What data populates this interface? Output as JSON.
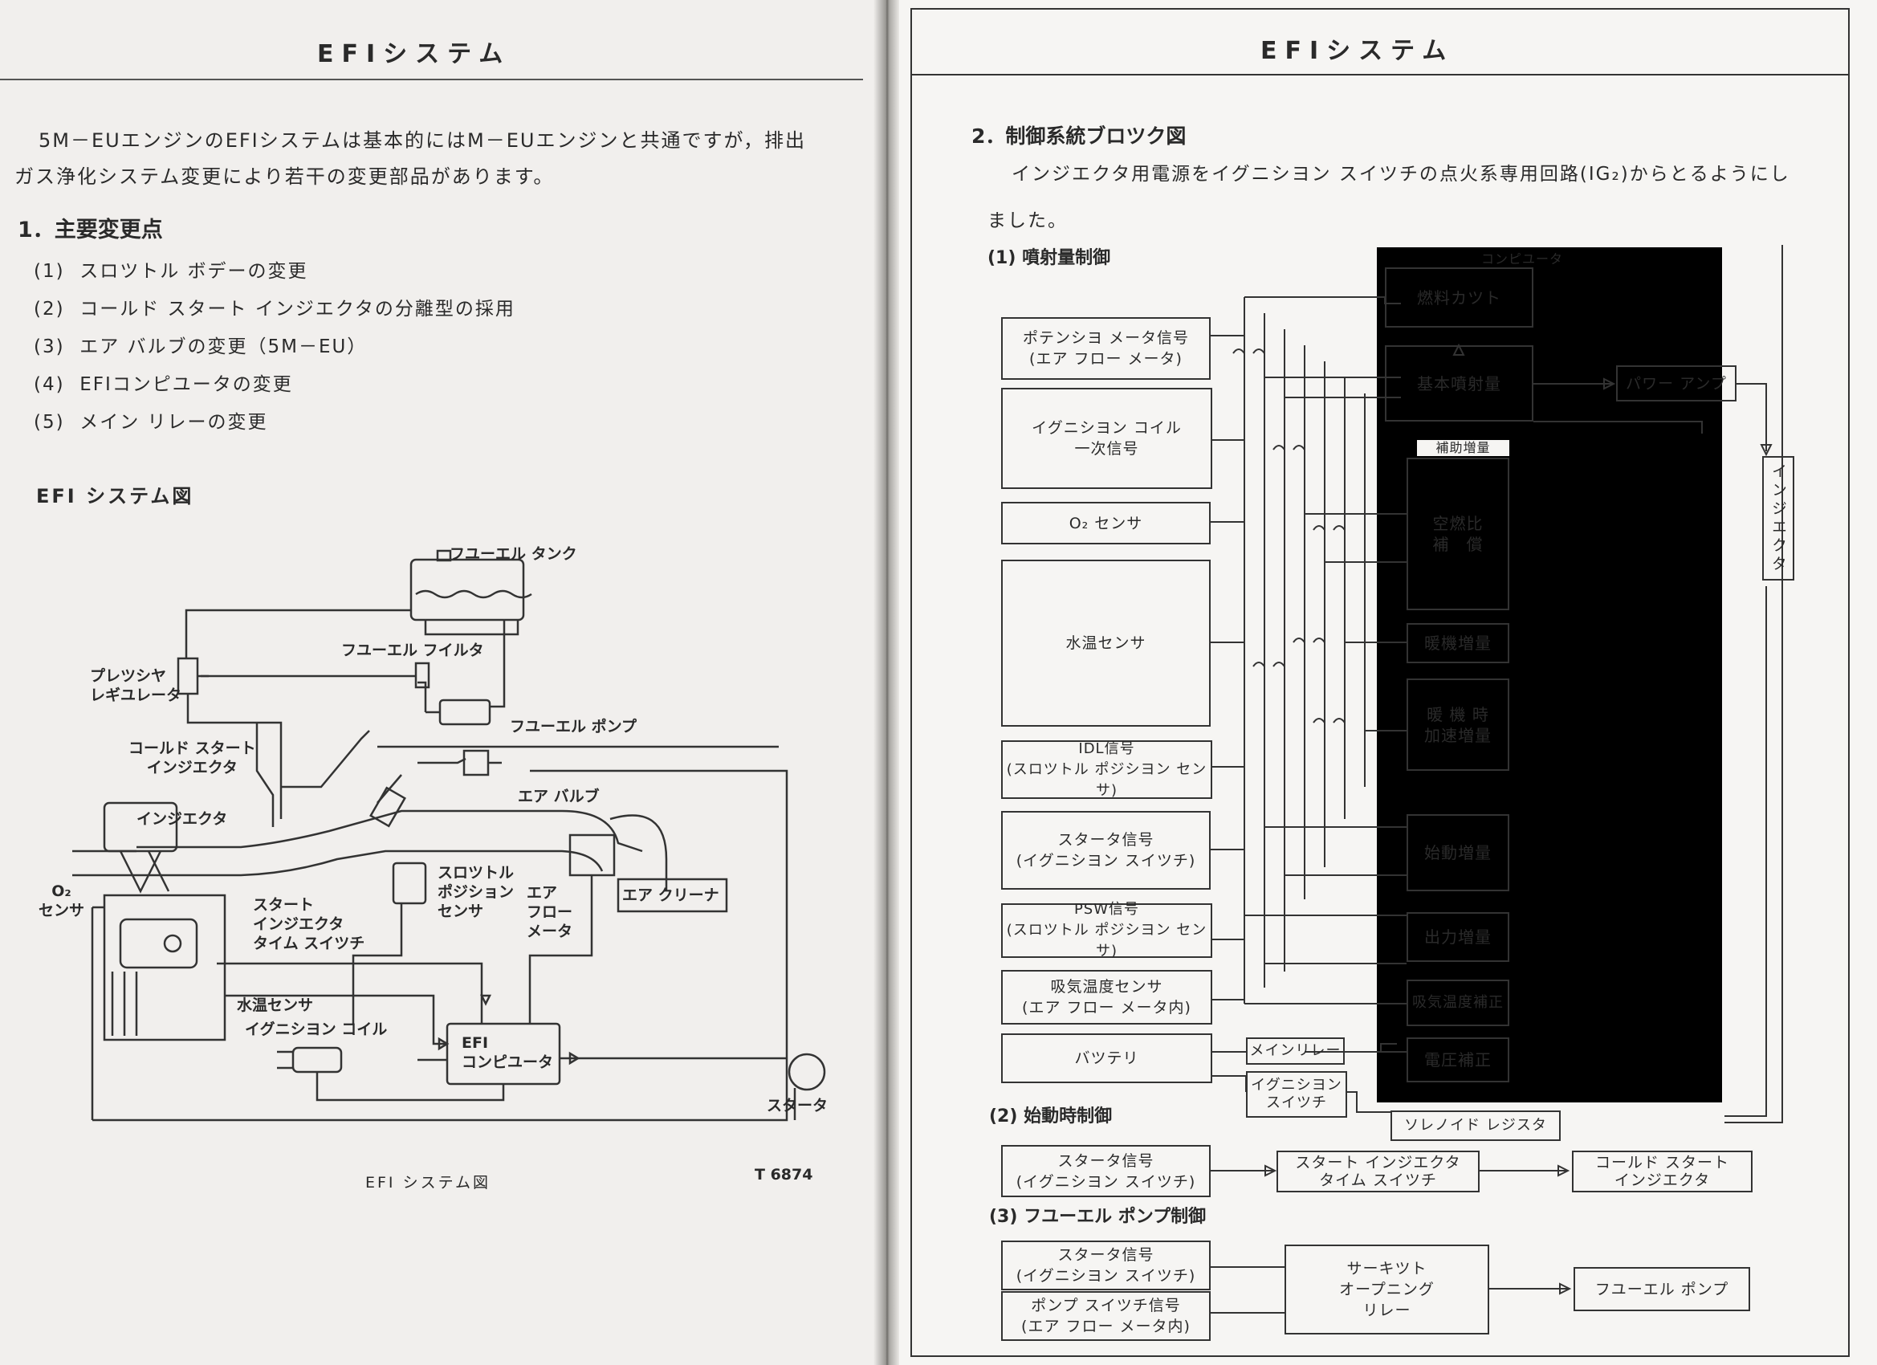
{
  "left": {
    "header": "EFIシステム",
    "intro_line1": "5M－EUエンジンのEFIシステムは基本的にはM－EUエンジンと共通ですが，排出",
    "intro_line2": "ガス浄化システム変更により若干の変更部品があります。",
    "section1_title": "1．主要変更点",
    "changes": [
      {
        "num": "(1)",
        "text": "スロツトル ボデーの変更"
      },
      {
        "num": "(2)",
        "text": "コールド スタート インジエクタの分離型の採用"
      },
      {
        "num": "(3)",
        "text": "エア バルブの変更（5M－EU）"
      },
      {
        "num": "(4)",
        "text": "EFIコンピユータの変更"
      },
      {
        "num": "(5)",
        "text": "メイン リレーの変更"
      }
    ],
    "diagram_title": "EFI システム図",
    "diagram_labels": {
      "fuel_tank": "フユーエル タンク",
      "fuel_filter": "フユーエル フイルタ",
      "pressure_regulator": "プレツシヤ\nレギユレータ",
      "fuel_pump": "フユーエル ポンプ",
      "cold_start_injector": "コールド スタート\nインジエクタ",
      "air_valve": "エア バルブ",
      "injector": "インジエクタ",
      "throttle_sensor": "スロツトル\nポジション\nセンサ",
      "air_flow_meter": "エア\nフロー\nメータ",
      "air_cleaner": "エア クリーナ",
      "o2_sensor": "O₂\nセンサ",
      "start_injector_switch": "スタート\nインジエクタ\nタイム スイツチ",
      "water_temp_sensor": "水温センサ",
      "ignition_coil": "イグニシヨン コイル",
      "efi_computer": "EFI\nコンピユータ",
      "starter": "スタータ"
    },
    "caption": "EFI システム図",
    "figure_code": "T 6874"
  },
  "right": {
    "header": "EFIシステム",
    "section2_title": "2．制御系統ブロツク図",
    "para_line1": "インジエクタ用電源をイグニシヨン スイツチの点火系専用回路(IG₂)からとるようにし",
    "para_line2": "ました。",
    "sub1": "(1)  噴射量制御",
    "sub2": "(2)  始動時制御",
    "sub3": "(3)  フユーエル ポンプ制御",
    "computer_label": "コンピユータ",
    "aux_label": "補助増量",
    "inputs": [
      "ポテンシヨ メータ信号\n(エア フロー メータ)",
      "イグニシヨン  コイル\n一次信号",
      "O₂ センサ",
      "水温センサ",
      "IDL信号\n(スロツトル ポジシヨン センサ)",
      "スタータ信号\n(イグニシヨン スイツチ)",
      "PSW信号\n(スロツトル ポジシヨン センサ)",
      "吸気温度センサ\n(エア フロー メータ内)",
      "バツテリ"
    ],
    "blocks": {
      "fuel_cut": "燃料カツト",
      "base_injection": "基本噴射量",
      "af_comp": "空燃比\n補　償",
      "warmup": "暖機増量",
      "warmup_accel": "暖 機 時\n加速増量",
      "start_inc": "始動増量",
      "output_inc": "出力増量",
      "intake_temp_comp": "吸気温度補正",
      "voltage_comp": "電圧補正"
    },
    "power_amp": "パワー アンプ",
    "injector": "インジエクタ",
    "main_relay": "メインリレー",
    "ignition_switch": "イグニシヨン\nスイツチ",
    "solenoid_resistor": "ソレノイド レジスタ",
    "start_ctrl": {
      "input": "スタータ信号\n(イグニシヨン スイツチ)",
      "middle": "スタート インジエクタ\nタイム スイツチ",
      "output": "コールド スタート\nインジエクタ"
    },
    "pump_ctrl": {
      "input1": "スタータ信号\n(イグニシヨン スイツチ)",
      "input2": "ポンプ スイツチ信号\n(エア フロー メータ内)",
      "middle": "サーキツト\nオープニング\nリレー",
      "output": "フユーエル ポンプ"
    }
  }
}
